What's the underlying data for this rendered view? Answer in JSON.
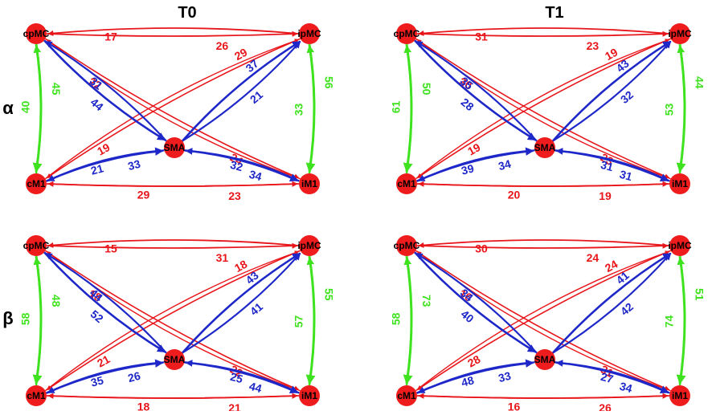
{
  "columns": [
    "T0",
    "T1"
  ],
  "rows": [
    "α",
    "β"
  ],
  "nodes": [
    "cpMC",
    "ipMC",
    "SMA",
    "cM1",
    "iM1"
  ],
  "colors": {
    "red": "#e8161b",
    "blue": "#1e28c8",
    "green": "#3fe21f",
    "node": "#ee1c1c"
  },
  "panels": [
    {
      "id": "alpha-t0",
      "edges": [
        {
          "label": "17",
          "color": "red"
        },
        {
          "label": "26",
          "color": "red"
        },
        {
          "label": "22",
          "color": "red"
        },
        {
          "label": "29",
          "color": "red"
        },
        {
          "label": "19",
          "color": "red"
        },
        {
          "label": "24",
          "color": "red"
        },
        {
          "label": "29",
          "color": "red"
        },
        {
          "label": "23",
          "color": "red"
        },
        {
          "label": "31",
          "color": "blue"
        },
        {
          "label": "44",
          "color": "blue"
        },
        {
          "label": "21",
          "color": "blue"
        },
        {
          "label": "37",
          "color": "blue"
        },
        {
          "label": "21",
          "color": "blue"
        },
        {
          "label": "33",
          "color": "blue"
        },
        {
          "label": "32",
          "color": "blue"
        },
        {
          "label": "34",
          "color": "blue"
        },
        {
          "label": "45",
          "color": "green"
        },
        {
          "label": "40",
          "color": "green"
        },
        {
          "label": "56",
          "color": "green"
        },
        {
          "label": "33",
          "color": "green"
        }
      ]
    },
    {
      "id": "alpha-t1",
      "edges": [
        {
          "label": "31",
          "color": "red"
        },
        {
          "label": "23",
          "color": "red"
        },
        {
          "label": "30",
          "color": "red"
        },
        {
          "label": "19",
          "color": "red"
        },
        {
          "label": "19",
          "color": "red"
        },
        {
          "label": "23",
          "color": "red"
        },
        {
          "label": "20",
          "color": "red"
        },
        {
          "label": "19",
          "color": "red"
        },
        {
          "label": "35",
          "color": "blue"
        },
        {
          "label": "28",
          "color": "blue"
        },
        {
          "label": "32",
          "color": "blue"
        },
        {
          "label": "43",
          "color": "blue"
        },
        {
          "label": "39",
          "color": "blue"
        },
        {
          "label": "34",
          "color": "blue"
        },
        {
          "label": "31",
          "color": "blue"
        },
        {
          "label": "31",
          "color": "blue"
        },
        {
          "label": "50",
          "color": "green"
        },
        {
          "label": "61",
          "color": "green"
        },
        {
          "label": "44",
          "color": "green"
        },
        {
          "label": "53",
          "color": "green"
        }
      ]
    },
    {
      "id": "beta-t0",
      "edges": [
        {
          "label": "15",
          "color": "red"
        },
        {
          "label": "31",
          "color": "red"
        },
        {
          "label": "18",
          "color": "red"
        },
        {
          "label": "18",
          "color": "red"
        },
        {
          "label": "21",
          "color": "red"
        },
        {
          "label": "22",
          "color": "red"
        },
        {
          "label": "18",
          "color": "red"
        },
        {
          "label": "21",
          "color": "red"
        },
        {
          "label": "44",
          "color": "blue"
        },
        {
          "label": "52",
          "color": "blue"
        },
        {
          "label": "41",
          "color": "blue"
        },
        {
          "label": "43",
          "color": "blue"
        },
        {
          "label": "35",
          "color": "blue"
        },
        {
          "label": "26",
          "color": "blue"
        },
        {
          "label": "25",
          "color": "blue"
        },
        {
          "label": "44",
          "color": "blue"
        },
        {
          "label": "48",
          "color": "green"
        },
        {
          "label": "58",
          "color": "green"
        },
        {
          "label": "55",
          "color": "green"
        },
        {
          "label": "57",
          "color": "green"
        }
      ]
    },
    {
      "id": "beta-t1",
      "edges": [
        {
          "label": "30",
          "color": "red"
        },
        {
          "label": "24",
          "color": "red"
        },
        {
          "label": "16",
          "color": "red"
        },
        {
          "label": "24",
          "color": "red"
        },
        {
          "label": "28",
          "color": "red"
        },
        {
          "label": "31",
          "color": "red"
        },
        {
          "label": "16",
          "color": "red"
        },
        {
          "label": "26",
          "color": "red"
        },
        {
          "label": "34",
          "color": "blue"
        },
        {
          "label": "40",
          "color": "blue"
        },
        {
          "label": "42",
          "color": "blue"
        },
        {
          "label": "41",
          "color": "blue"
        },
        {
          "label": "48",
          "color": "blue"
        },
        {
          "label": "33",
          "color": "blue"
        },
        {
          "label": "27",
          "color": "blue"
        },
        {
          "label": "34",
          "color": "blue"
        },
        {
          "label": "73",
          "color": "green"
        },
        {
          "label": "58",
          "color": "green"
        },
        {
          "label": "51",
          "color": "green"
        },
        {
          "label": "74",
          "color": "green"
        }
      ]
    }
  ]
}
